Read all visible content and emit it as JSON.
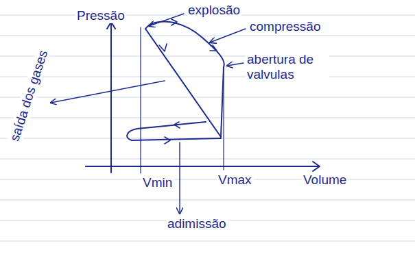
{
  "diagram": {
    "labels": [
      "Pressão",
      "explosão",
      "compressão",
      "abertura de valvulas",
      "saída dos gases",
      "Vmin",
      "Vmax",
      "Volume",
      "adimissão"
    ]
  }
}
